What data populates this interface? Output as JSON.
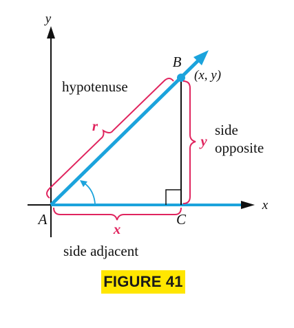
{
  "labels": {
    "y_axis": "y",
    "x_axis": "x",
    "point_b": "B",
    "point_b_coords": "(x, y)",
    "point_a": "A",
    "point_c": "C",
    "hypotenuse": "hypotenuse",
    "r": "r",
    "y_side": "y",
    "side_opposite_line1": "side",
    "side_opposite_line2": "opposite",
    "x_side": "x",
    "side_adjacent": "side adjacent"
  },
  "caption": "FIGURE 41",
  "colors": {
    "ray": "#1ba3dc",
    "brace": "#e0245e",
    "axis": "#111111",
    "caption_bg": "#ffe600",
    "caption_text": "#1a1a1a"
  }
}
